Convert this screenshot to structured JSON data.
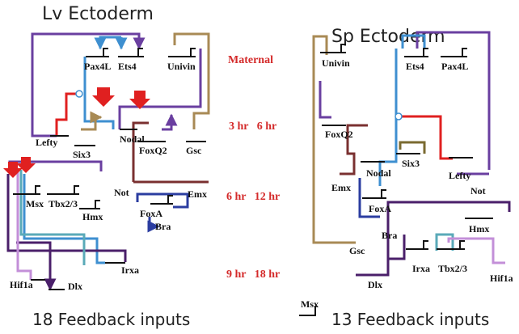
{
  "titles": {
    "left": "Lv Ectoderm",
    "right": "Sp Ectoderm"
  },
  "footers": {
    "left": "18 Feedback inputs",
    "right": "13 Feedback inputs"
  },
  "times": {
    "maternal": "Maternal",
    "t1": "3 hr   6 hr",
    "t2": "6 hr   12 hr",
    "t3": "9 hr   18 hr"
  },
  "colors": {
    "purple": "#6a3fa0",
    "blue": "#3e8fd0",
    "tan": "#a88a55",
    "red": "#e02020",
    "brown": "#7a3030",
    "navy": "#2b3da0",
    "darkpurple": "#4a1f6a",
    "lilac": "#c38fd8",
    "teal": "#5aaab8",
    "olive": "#7a6a30",
    "gray": "#444444"
  },
  "left_genes": {
    "pax4l": "Pax4L",
    "ets4": "Ets4",
    "univin": "Univin",
    "lefty": "Lefty",
    "six3": "Six3",
    "nodal": "Nodal",
    "foxq2": "FoxQ2",
    "gsc": "Gsc",
    "not": "Not",
    "emx": "Emx",
    "msx": "Msx",
    "tbx": "Tbx2/3",
    "hmx": "Hmx",
    "foxa": "FoxA",
    "bra": "Bra",
    "irxa": "Irxa",
    "hif1a": "Hif1a",
    "dlx": "Dlx"
  },
  "right_genes": {
    "univin": "Univin",
    "ets4": "Ets4",
    "pax4l": "Pax4L",
    "foxq2": "FoxQ2",
    "emx": "Emx",
    "nodal": "Nodal",
    "six3": "Six3",
    "lefty": "Lefty",
    "not": "Not",
    "foxa": "FoxA",
    "hmx": "Hmx",
    "bra": "Bra",
    "gsc": "Gsc",
    "irxa": "Irxa",
    "tbx": "Tbx2/3",
    "hif1a": "Hif1a",
    "dlx": "Dlx",
    "msx": "Msx"
  }
}
